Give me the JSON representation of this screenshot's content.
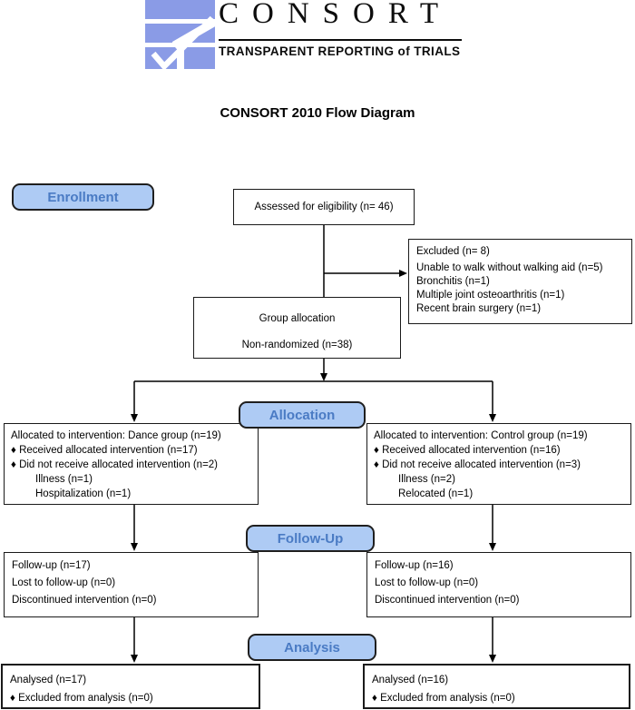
{
  "logo": {
    "wordmark": "CONSORT",
    "tagline": "TRANSPARENT REPORTING of TRIALS"
  },
  "title": "CONSORT 2010 Flow Diagram",
  "stages": {
    "enrollment": "Enrollment",
    "allocation": "Allocation",
    "followup": "Follow-Up",
    "analysis": "Analysis"
  },
  "colors": {
    "logo_blue": "#8A9BE6",
    "stage_fill": "#AECBF4",
    "stage_text": "#4A7BC4",
    "box_border": "#1a1a1a"
  },
  "boxes": {
    "assessed": {
      "line1": "Assessed for eligibility (n= 46)"
    },
    "excluded": {
      "lines": [
        "Excluded (n= 8)",
        "Unable to walk without walking aid (n=5)",
        "Bronchitis (n=1)",
        "Multiple joint osteoarthritis (n=1)",
        "Recent brain surgery (n=1)"
      ]
    },
    "group_allocation": {
      "line1": "Group allocation",
      "line2": "Non-randomized (n=38)"
    },
    "allocated_dance": {
      "lines": [
        "Allocated to intervention: Dance group (n=19)",
        "♦ Received allocated intervention (n=17)",
        "♦ Did not receive allocated intervention (n=2)",
        "Illness (n=1)",
        "Hospitalization (n=1)"
      ]
    },
    "allocated_control": {
      "lines": [
        "Allocated to intervention: Control group (n=19)",
        "♦ Received allocated intervention (n=16)",
        "♦ Did not receive allocated intervention (n=3)",
        "Illness (n=2)",
        "Relocated (n=1)"
      ]
    },
    "followup_dance": {
      "lines": [
        "Follow-up (n=17)",
        "Lost to follow-up (n=0)",
        "Discontinued intervention (n=0)"
      ]
    },
    "followup_control": {
      "lines": [
        "Follow-up (n=16)",
        "Lost to follow-up (n=0)",
        "Discontinued intervention (n=0)"
      ]
    },
    "analysed_dance": {
      "lines": [
        "Analysed (n=17)",
        "♦ Excluded from analysis (n=0)"
      ]
    },
    "analysed_control": {
      "lines": [
        "Analysed (n=16)",
        "♦ Excluded from analysis (n=0)"
      ]
    }
  }
}
